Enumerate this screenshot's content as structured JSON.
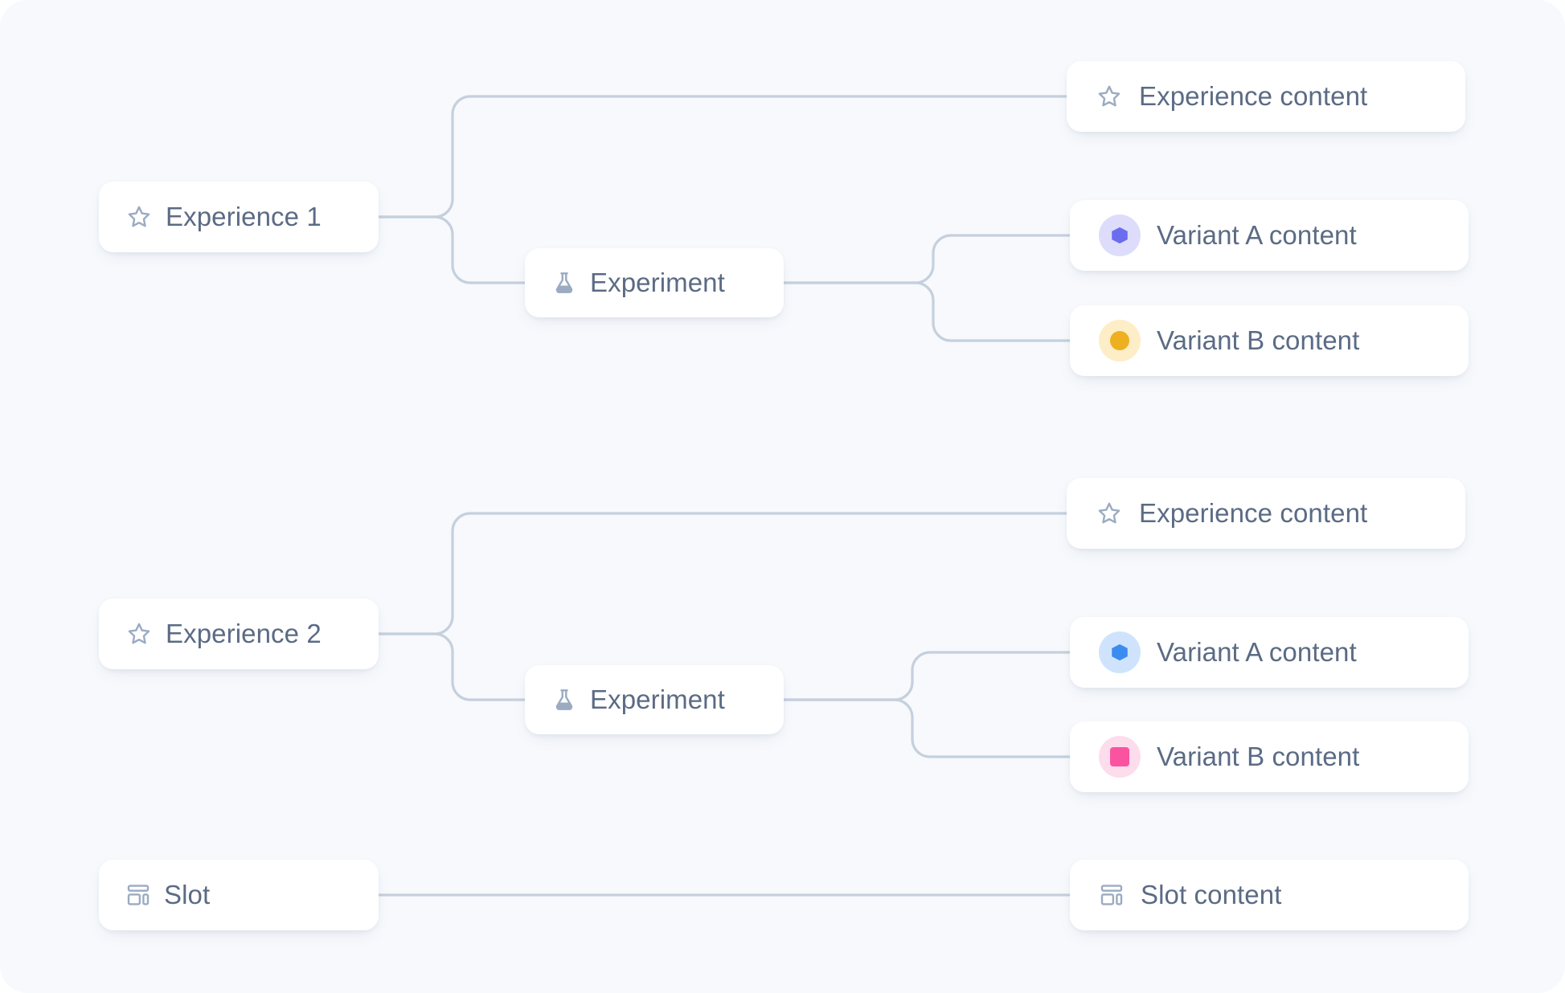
{
  "canvas": {
    "background": "#f7f9fc",
    "card_background": "#ffffff",
    "text_color": "#5b6b84",
    "wire_color": "#c5d0de"
  },
  "groups": [
    {
      "id": "group-1",
      "source": {
        "label": "Experience 1",
        "icon": "star-icon"
      },
      "experiment": {
        "label": "Experiment",
        "icon": "flask-icon"
      },
      "experience_content": {
        "label": "Experience content",
        "icon": "star-icon"
      },
      "variants": [
        {
          "label": "Variant A content",
          "icon": "hexagon-icon",
          "shape": "hexagon",
          "color": "#6c6cf0",
          "background": "#ddddfb"
        },
        {
          "label": "Variant B content",
          "icon": "circle-icon",
          "shape": "circle",
          "color": "#eeb020",
          "background": "#fdeec8"
        }
      ]
    },
    {
      "id": "group-2",
      "source": {
        "label": "Experience 2",
        "icon": "star-icon"
      },
      "experiment": {
        "label": "Experiment",
        "icon": "flask-icon"
      },
      "experience_content": {
        "label": "Experience content",
        "icon": "star-icon"
      },
      "variants": [
        {
          "label": "Variant A content",
          "icon": "hexagon-icon",
          "shape": "hexagon",
          "color": "#3b8cf0",
          "background": "#cfe4fc"
        },
        {
          "label": "Variant B content",
          "icon": "square-icon",
          "shape": "square",
          "color": "#fa54a0",
          "background": "#fddcec"
        }
      ]
    }
  ],
  "slot_row": {
    "source": {
      "label": "Slot",
      "icon": "layout-icon"
    },
    "content": {
      "label": "Slot content",
      "icon": "layout-icon"
    }
  }
}
